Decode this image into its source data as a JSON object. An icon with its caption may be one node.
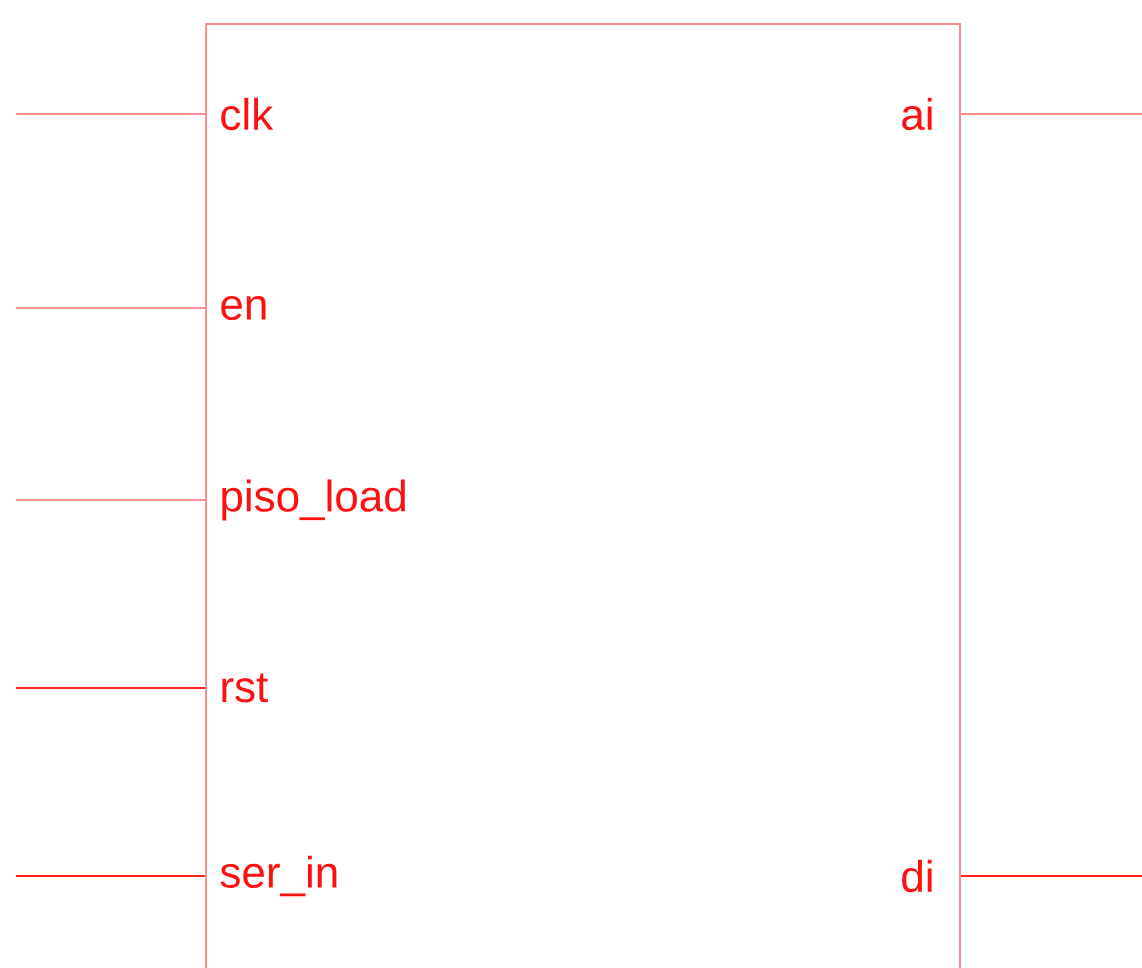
{
  "diagram": {
    "nodes": [
      {
        "text": [],
        "shape": "box"
      },
      {
        "text": [
          "clk"
        ],
        "in": 0
      },
      {
        "text": [
          "ai"
        ],
        "in": 0
      },
      {
        "text": [
          "en"
        ],
        "in": 0
      },
      {
        "text": [
          "piso_load"
        ],
        "in": 0
      },
      {
        "text": [
          "rst"
        ],
        "in": 0
      },
      {
        "text": [
          "ser_in"
        ],
        "in": 0
      },
      {
        "text": [
          "di"
        ],
        "in": 0
      }
    ],
    "edges": [
      {
        "from": null,
        "to": 1,
        "arrow": "none"
      },
      {
        "from": 2,
        "to": null,
        "arrow": "none"
      },
      {
        "from": null,
        "to": 3,
        "arrow": "none"
      },
      {
        "from": null,
        "to": 4,
        "arrow": "none"
      },
      {
        "from": null,
        "to": 5,
        "arrow": "none",
        "color": "#ff2020"
      },
      {
        "from": null,
        "to": 6,
        "arrow": "none",
        "color": "#ff2020"
      },
      {
        "from": 7,
        "to": null,
        "arrow": "none",
        "color": "#ff2020"
      }
    ]
  }
}
